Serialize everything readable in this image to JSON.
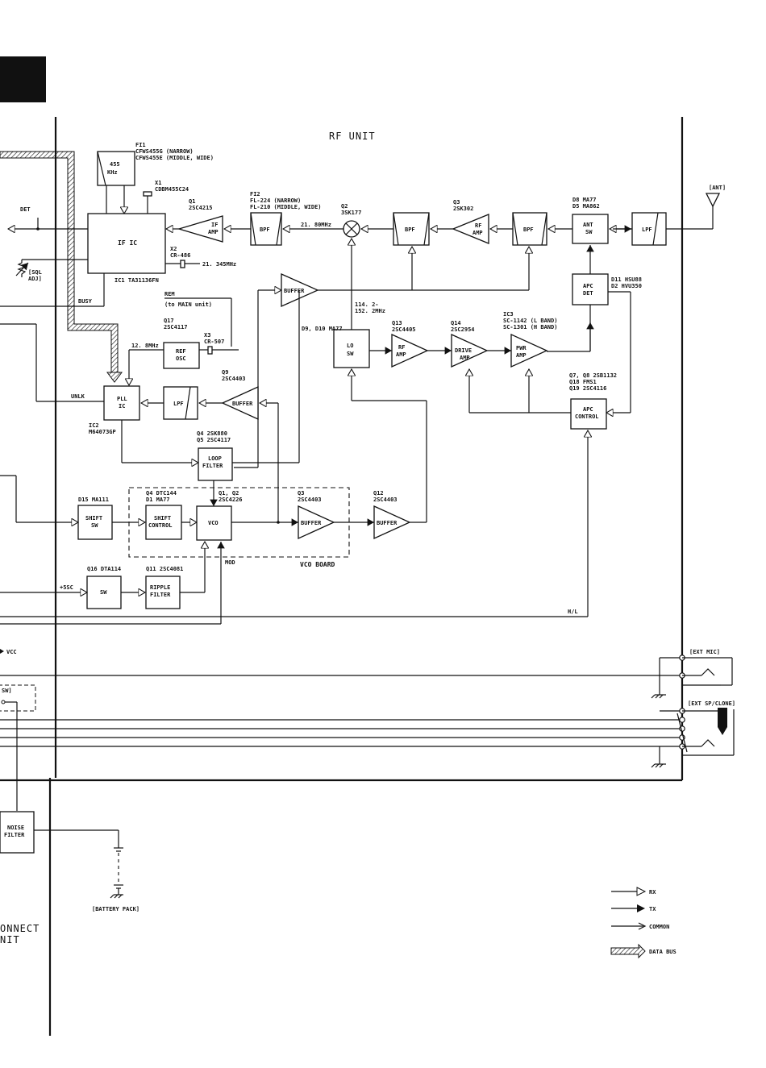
{
  "corner_tab": "",
  "unit_title": "RF UNIT",
  "blocks": {
    "if_ic": "IF IC",
    "crystal_455": [
      "455",
      "KHz"
    ],
    "bpf": "BPF",
    "lpf": "LPF",
    "if_amp": [
      "IF",
      "AMP"
    ],
    "rf_amp": [
      "RF",
      "AMP"
    ],
    "ant_sw": [
      "ANT",
      "SW"
    ],
    "apc_det": [
      "APC",
      "DET"
    ],
    "apc_control": [
      "APC",
      "CONTROL"
    ],
    "lo_sw": [
      "LO",
      "SW"
    ],
    "drive_amp": [
      "DRIVE",
      "AMP"
    ],
    "pwr_amp": [
      "PWR",
      "AMP"
    ],
    "buffer": "BUFFER",
    "ref_osc": [
      "REF",
      "OSC"
    ],
    "pll_ic": [
      "PLL",
      "IC"
    ],
    "loop_filter": [
      "LOOP",
      "FILTER"
    ],
    "shift_sw": [
      "SHIFT",
      "SW"
    ],
    "shift_control": [
      "SHIFT",
      "CONTROL"
    ],
    "vco": "VCO",
    "sw": "SW",
    "ripple_filter": [
      "RIPPLE",
      "FILTER"
    ],
    "noise_filter": [
      "NOISE",
      "FILTER"
    ],
    "vco_board": "VCO BOARD"
  },
  "labels": {
    "fi1": [
      "FI1",
      "CFWS455G (NARROW)",
      "CFWS455E (MIDDLE, WIDE)"
    ],
    "x1": [
      "X1",
      "CDBM455C24"
    ],
    "q1": [
      "Q1",
      "2SC4215"
    ],
    "fi2": [
      "FI2",
      "FL-224 (NARROW)",
      "FL-210 (MIDDLE, WIDE)"
    ],
    "freq_2180": "21. 80MHz",
    "q2": [
      "Q2",
      "3SK177"
    ],
    "q3": [
      "Q3",
      "2SK302"
    ],
    "d8": [
      "D8 MA77",
      "D5 MA862"
    ],
    "ant": "[ANT]",
    "det": "DET",
    "sql_adj": [
      "[SQL",
      "ADJ]"
    ],
    "x2": [
      "X2",
      "CR-486"
    ],
    "freq_21345": "21. 345MHz",
    "ic1": "IC1 TA31136FN",
    "busy": "BUSY",
    "rem": [
      "REM",
      "(to MAIN unit)"
    ],
    "d11": [
      "D11 HSU88",
      "D2 HVU350"
    ],
    "lo_freq": [
      "114. 2-",
      "152. 2MHz"
    ],
    "d9": "D9, D10 MA77",
    "q13": [
      "Q13",
      "2SC4405"
    ],
    "q14": [
      "Q14",
      "2SC2954"
    ],
    "ic3": [
      "IC3",
      "SC-1142 (L BAND)",
      "SC-1301 (H BAND)"
    ],
    "q17": [
      "Q17",
      "2SC4117"
    ],
    "x3": [
      "X3",
      "CR-507"
    ],
    "freq_128": "12. 8MHz",
    "q9": [
      "Q9",
      "2SC4403"
    ],
    "q7": [
      "Q7, Q8  2SB1132",
      "Q18  FMS1",
      "Q19  2SC4116"
    ],
    "unlk": "UNLK",
    "ic2": [
      "IC2",
      "M64073GP"
    ],
    "q4_loop": [
      "Q4  2SK880",
      "Q5  2SC4117"
    ],
    "d15": "D15 MA111",
    "q4_shift": [
      "Q4 DTC144",
      "D1  MA77"
    ],
    "q1_vco": [
      "Q1, Q2",
      "2SC4226"
    ],
    "q3_vco": [
      "Q3",
      "2SC4403"
    ],
    "q12": [
      "Q12",
      "2SC4403"
    ],
    "q16": "Q16 DTA114",
    "q11": "Q11 2SC4081",
    "plus5sc": "+5SC",
    "mod": "MOD",
    "hl": "H/L",
    "vcc": "VCC",
    "sw_frag": "SW]",
    "ext_mic": "[EXT MIC]",
    "ext_sp": "[EXT SP/CLONE]",
    "battery": "[BATTERY PACK]",
    "connect_unit": [
      "ONNECT",
      "NIT"
    ]
  },
  "legend": [
    {
      "label": "RX",
      "kind": "open-arrow"
    },
    {
      "label": "TX",
      "kind": "filled-arrow"
    },
    {
      "label": "COMMON",
      "kind": "line-arrow"
    },
    {
      "label": "DATA BUS",
      "kind": "hatched-arrow"
    }
  ]
}
